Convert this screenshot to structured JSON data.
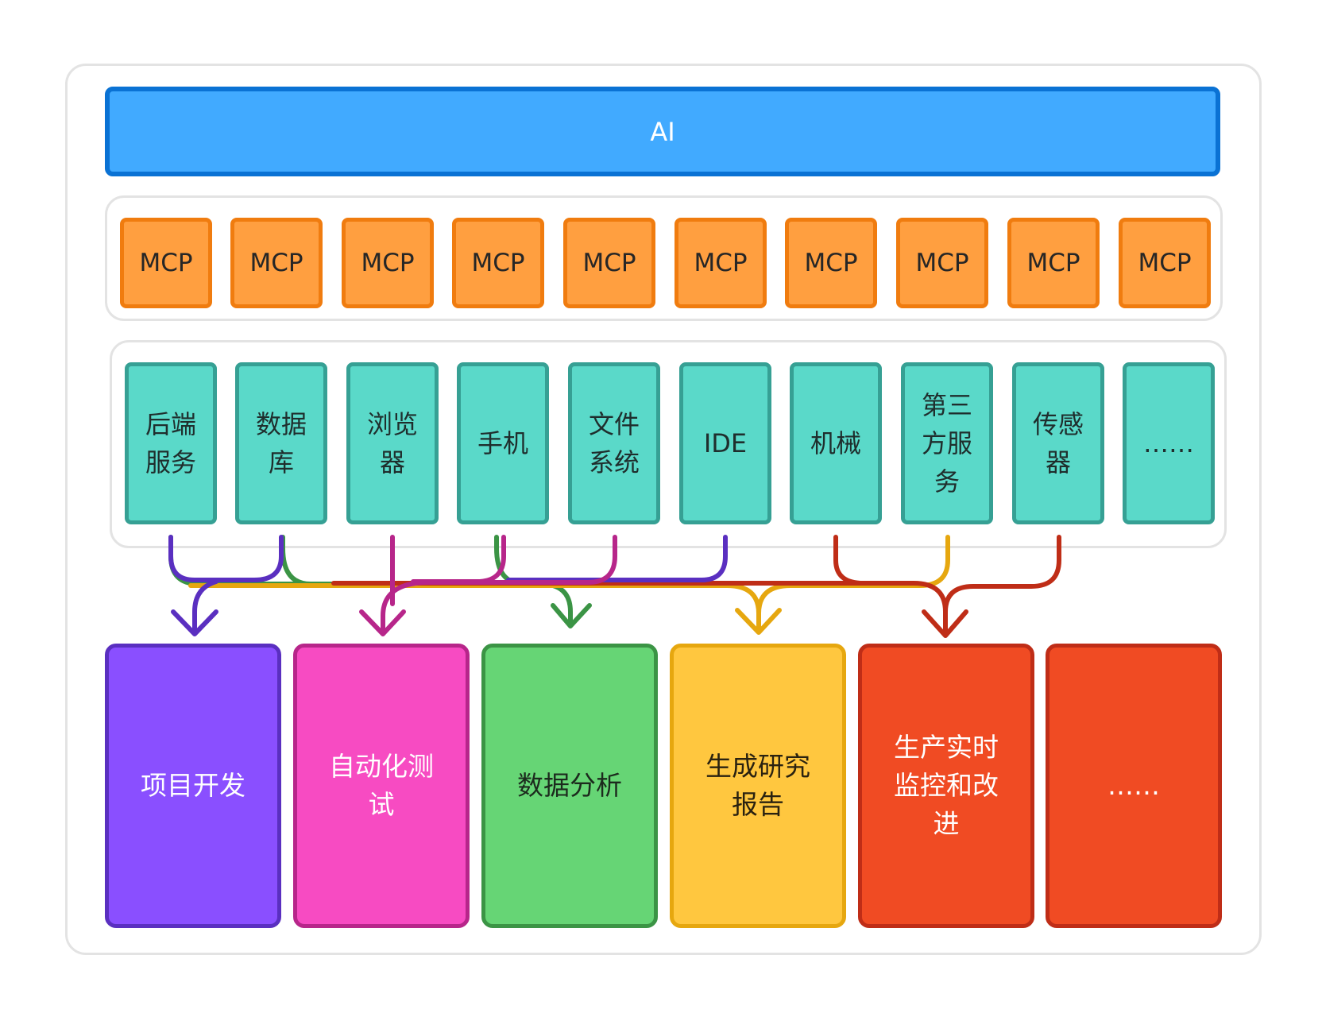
{
  "ai": {
    "label": "AI"
  },
  "mcp": {
    "items": [
      "MCP",
      "MCP",
      "MCP",
      "MCP",
      "MCP",
      "MCP",
      "MCP",
      "MCP",
      "MCP",
      "MCP"
    ]
  },
  "sources": {
    "items": [
      "后端服务",
      "数据库",
      "浏览器",
      "手机",
      "文件系统",
      "IDE",
      "机械",
      "第三方服务",
      "传感器",
      "……"
    ]
  },
  "targets": {
    "items": [
      {
        "label": "项目开发",
        "color": "#8a4fff",
        "border": "#5a2fc0",
        "text": "#ffffff"
      },
      {
        "label": "自动化测试",
        "color": "#f74bc2",
        "border": "#b7268a",
        "text": "#ffffff"
      },
      {
        "label": "数据分析",
        "color": "#66d575",
        "border": "#3b9445",
        "text": "#1c2a1d"
      },
      {
        "label": "生成研究报告",
        "color": "#ffc73f",
        "border": "#e6a70f",
        "text": "#2a2210"
      },
      {
        "label": "生产实时监控和改进",
        "color": "#f04b23",
        "border": "#bf2d17",
        "text": "#ffffff"
      },
      {
        "label": "……",
        "color": "#f04b23",
        "border": "#bf2d17",
        "text": "#ffffff"
      }
    ]
  },
  "colors": {
    "ai_fill": "#41aaff",
    "mcp_fill": "#ff9f40",
    "source_fill": "#5ad9c9",
    "purple": "#5a2fc0",
    "magenta": "#b7268a",
    "green": "#3b9445",
    "yellow": "#e6a70f",
    "red": "#bf2d17"
  }
}
